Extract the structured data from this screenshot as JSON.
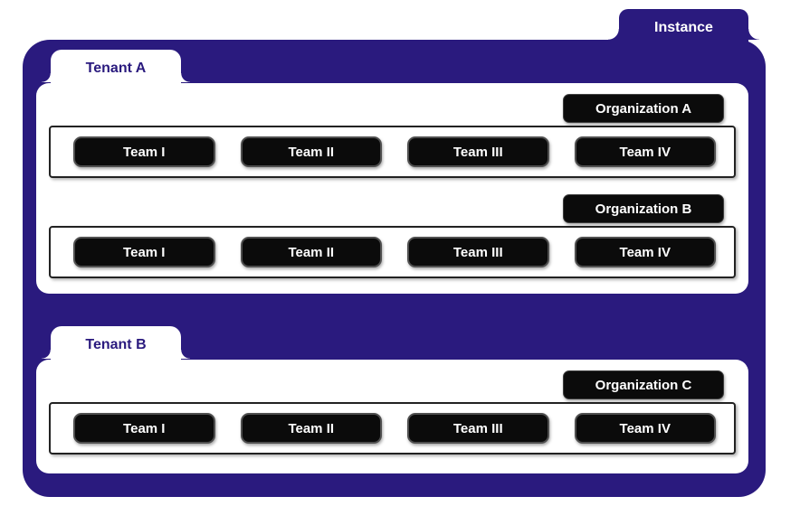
{
  "instance": {
    "label": "Instance"
  },
  "tenants": [
    {
      "label": "Tenant A",
      "organizations": [
        {
          "label": "Organization A",
          "teams": [
            "Team I",
            "Team II",
            "Team III",
            "Team IV"
          ]
        },
        {
          "label": "Organization B",
          "teams": [
            "Team I",
            "Team II",
            "Team III",
            "Team IV"
          ]
        }
      ]
    },
    {
      "label": "Tenant B",
      "organizations": [
        {
          "label": "Organization C",
          "teams": [
            "Team I",
            "Team II",
            "Team III",
            "Team IV"
          ]
        }
      ]
    }
  ],
  "colors": {
    "instance_indigo": "#2a1a7e",
    "box_black": "#0b0b0b",
    "text_on_dark": "#ffffff",
    "tenant_text": "#2a1a7e",
    "row_border": "#222222"
  }
}
